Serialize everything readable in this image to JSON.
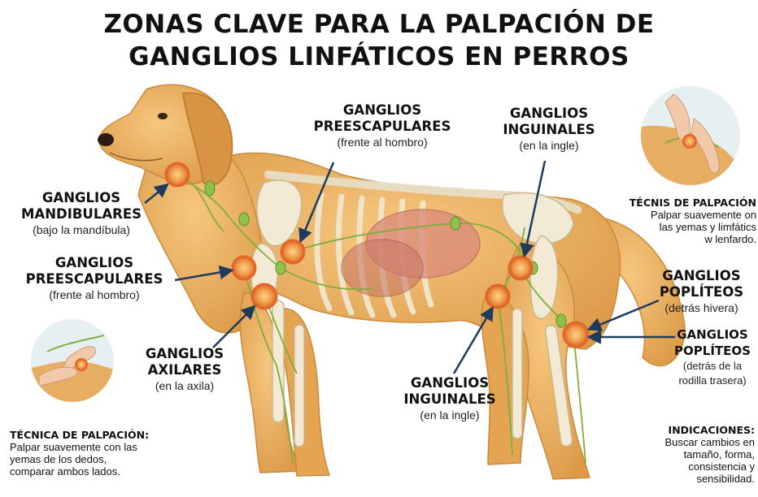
{
  "title": {
    "line1": "ZONAS CLAVE PARA LA PALPACIÓN DE",
    "line2": "GANGLIOS LINFÁTICOS EN PERROS"
  },
  "labels": {
    "mandibulares": {
      "line1": "GANGLIOS",
      "line2": "MANDIBULARES",
      "sub": "(bajo la mandíbula)"
    },
    "preescap_left": {
      "line1": "GANGLIOS",
      "line2": "PREESCAPULARES",
      "sub": "(frente al hombro)"
    },
    "axilares": {
      "line1": "GANGLIOS",
      "line2": "AXILARES",
      "sub": "(en la axila)"
    },
    "preescap_top": {
      "line1": "GANGLIOS",
      "line2": "PREESCAPULARES",
      "sub": "(frente al hombro)"
    },
    "inguinales_top": {
      "line1": "GANGLIOS",
      "line2": "INGUINALES",
      "sub": "(en la ingle)"
    },
    "inguinales_bottom": {
      "line1": "GANGLIOS",
      "line2": "INGUINALES",
      "sub": "(en la ingle)"
    },
    "popliteos_1": {
      "line1": "GANGLIOS",
      "line2": "POPLÍTEOS",
      "sub": "(detrás hivera)"
    },
    "popliteos_2": {
      "line1": "GANGLIOS",
      "line2": "POPLÍTEOS",
      "sub1": "(detrás de la",
      "sub2": "rodilla trasera)"
    }
  },
  "notes": {
    "tecnica_left": {
      "heading": "TÉCNICA DE PALPACIÓN:",
      "l1": "Palpar suavemente con las",
      "l2": "yemas de los dedos,",
      "l3": "comparar ambos lados."
    },
    "tecnica_right": {
      "heading": "TÉCNIS DE PALPACIÓN",
      "l1": "Palpar suavemente on",
      "l2": "las yemas y limfátics",
      "l3": "w lenfardo."
    },
    "indicaciones": {
      "heading": "INDICACIONES:",
      "l1": "Buscar cambios en",
      "l2": "tamaño, forma,",
      "l3": "consistencia y",
      "l4": "sensibilidad."
    }
  },
  "colors": {
    "fur": "#e8ac5c",
    "fur_dark": "#c98a3a",
    "bone": "#f3ead6",
    "lymph": "#7fae3a",
    "node_ring": "#e2652a",
    "node_fill": "#f3a24d",
    "arrow": "#1e3a5c"
  },
  "icons": [
    "hand-palpation-icon",
    "arrow-icon",
    "lymph-node-icon"
  ]
}
